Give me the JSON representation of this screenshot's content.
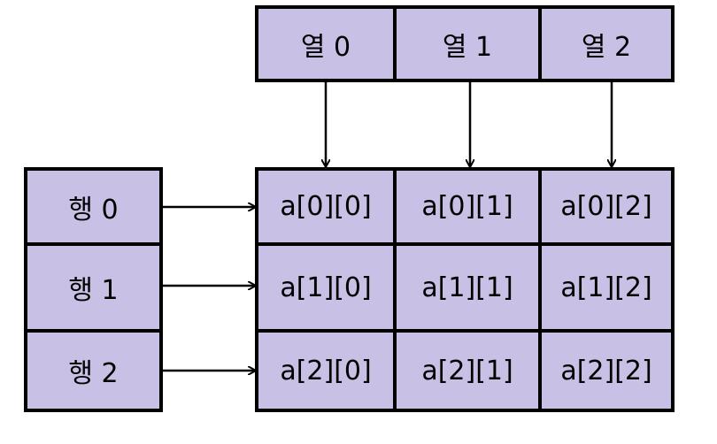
{
  "columns": [
    "열 0",
    "열 1",
    "열 2"
  ],
  "rows": [
    "행 0",
    "행 1",
    "행 2"
  ],
  "cells": [
    [
      "a[0][0]",
      "a[0][1]",
      "a[0][2]"
    ],
    [
      "a[1][0]",
      "a[1][1]",
      "a[1][2]"
    ],
    [
      "a[2][0]",
      "a[2][1]",
      "a[2][2]"
    ]
  ],
  "colors": {
    "fill": "#c9c0e6",
    "stroke": "#000000"
  }
}
